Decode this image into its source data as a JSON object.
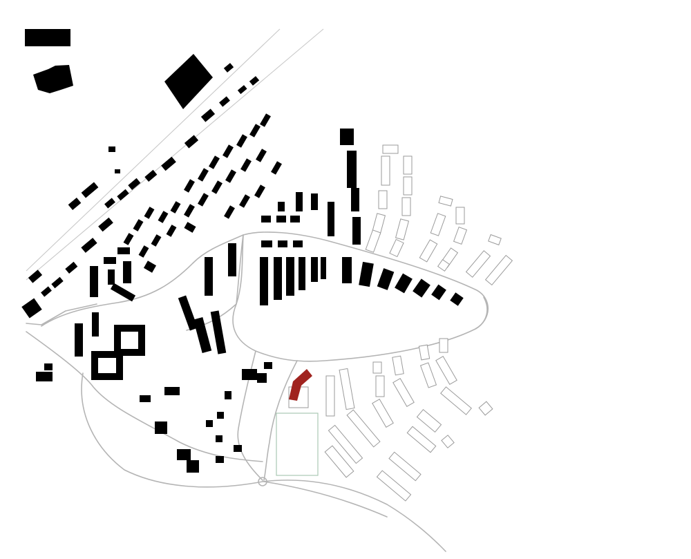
{
  "colors": {
    "background": "#ffffff",
    "existing_building": "#000000",
    "highlighted_building": "#a0231f",
    "planned_building_outline": "#9a9a9a",
    "road": "#b4b4b4",
    "sports_field_outline": "#a9c9b3"
  },
  "layers": [
    "roads",
    "existing-buildings",
    "planned-buildings",
    "sports-field",
    "highlighted-building"
  ]
}
